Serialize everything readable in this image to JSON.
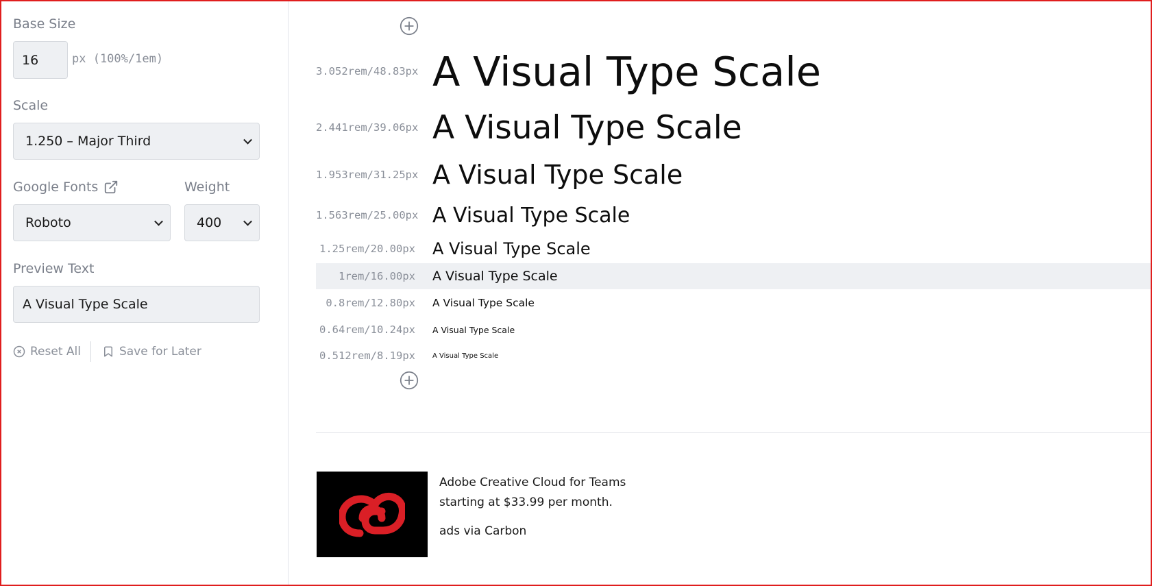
{
  "sidebar": {
    "base_size_label": "Base Size",
    "base_size_value": "16",
    "base_size_unit": "px (100%/1em)",
    "scale_label": "Scale",
    "scale_value": "1.250 – Major Third",
    "fonts_label": "Google Fonts",
    "font_value": "Roboto",
    "weight_label": "Weight",
    "weight_value": "400",
    "preview_label": "Preview Text",
    "preview_value": "A Visual Type Scale",
    "reset_label": "Reset All",
    "save_label": "Save for Later"
  },
  "scale": {
    "preview_text": "A Visual Type Scale",
    "rows": [
      {
        "meta": "3.052rem/48.83px"
      },
      {
        "meta": "2.441rem/39.06px"
      },
      {
        "meta": "1.953rem/31.25px"
      },
      {
        "meta": "1.563rem/25.00px"
      },
      {
        "meta": "1.25rem/20.00px"
      },
      {
        "meta": "1rem/16.00px"
      },
      {
        "meta": "0.8rem/12.80px"
      },
      {
        "meta": "0.64rem/10.24px"
      },
      {
        "meta": "0.512rem/8.19px"
      }
    ]
  },
  "ad": {
    "line1": "Adobe Creative Cloud for Teams",
    "line2": "starting at $33.99 per month.",
    "via": "ads via Carbon"
  },
  "colors": {
    "frame": "#e01e1e",
    "field_bg": "#eef0f3",
    "muted_text": "#7a7f8a",
    "highlight_row": "#eef0f3",
    "adobe_red": "#da1f26"
  },
  "icons": [
    "external-link-icon",
    "close-circle-icon",
    "bookmark-icon",
    "add-circle-icon",
    "creative-cloud-logo"
  ]
}
